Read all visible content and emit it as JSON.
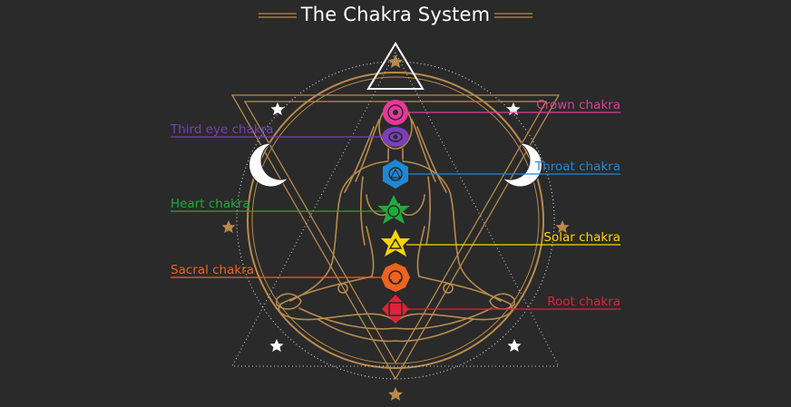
{
  "title": "The Chakra System",
  "colors": {
    "background": "#2a2a2a",
    "gold": "#b88a4c",
    "white": "#ffffff"
  },
  "chakras": [
    {
      "key": "crown",
      "label": "Crown chakra",
      "color": "#e6399b"
    },
    {
      "key": "third_eye",
      "label": "Third eye chakra",
      "color": "#7b3fb8"
    },
    {
      "key": "throat",
      "label": "Throat chakra",
      "color": "#1e88d6"
    },
    {
      "key": "heart",
      "label": "Heart chakra",
      "color": "#1faa3b"
    },
    {
      "key": "solar",
      "label": "Solar chakra",
      "color": "#ffd500"
    },
    {
      "key": "sacral",
      "label": "Sacral chakra",
      "color": "#f0621e"
    },
    {
      "key": "root",
      "label": "Root chakra",
      "color": "#e0223a"
    }
  ],
  "icons": [
    "crescent-moon-icon",
    "star-icon",
    "lotus-icon"
  ]
}
